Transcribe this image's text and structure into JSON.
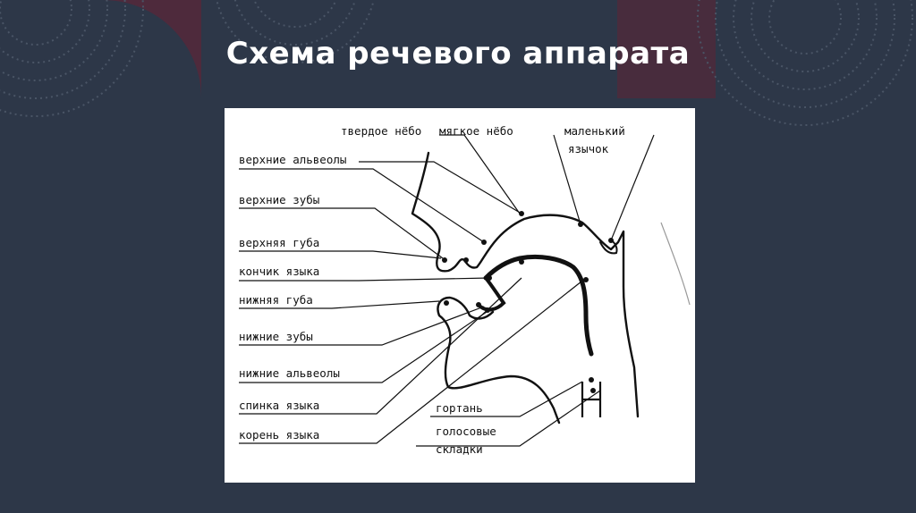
{
  "slide": {
    "title": "Схема речевого аппарата"
  },
  "diagram": {
    "labels": {
      "hard_palate": "твердое нёбо",
      "soft_palate": "мягкое нёбо",
      "uvula_line1": "маленький",
      "uvula_line2": "язычок",
      "upper_alveoli": "верхние альвеолы",
      "upper_teeth": "верхние зубы",
      "upper_lip": "верхняя губа",
      "tongue_tip": "кончик языка",
      "lower_lip": "нижняя губа",
      "lower_teeth": "нижние зубы",
      "lower_alveoli": "нижние альвеолы",
      "tongue_back": "спинка языка",
      "tongue_root": "корень языка",
      "larynx": "гортань",
      "vocal_folds_line1": "голосовые",
      "vocal_folds_line2": "складки"
    }
  },
  "colors": {
    "background": "#2d3748",
    "accent_maroon": "#4e2a3c",
    "title_text": "#ffffff",
    "figure_background": "#ffffff",
    "ink": "#111111"
  }
}
